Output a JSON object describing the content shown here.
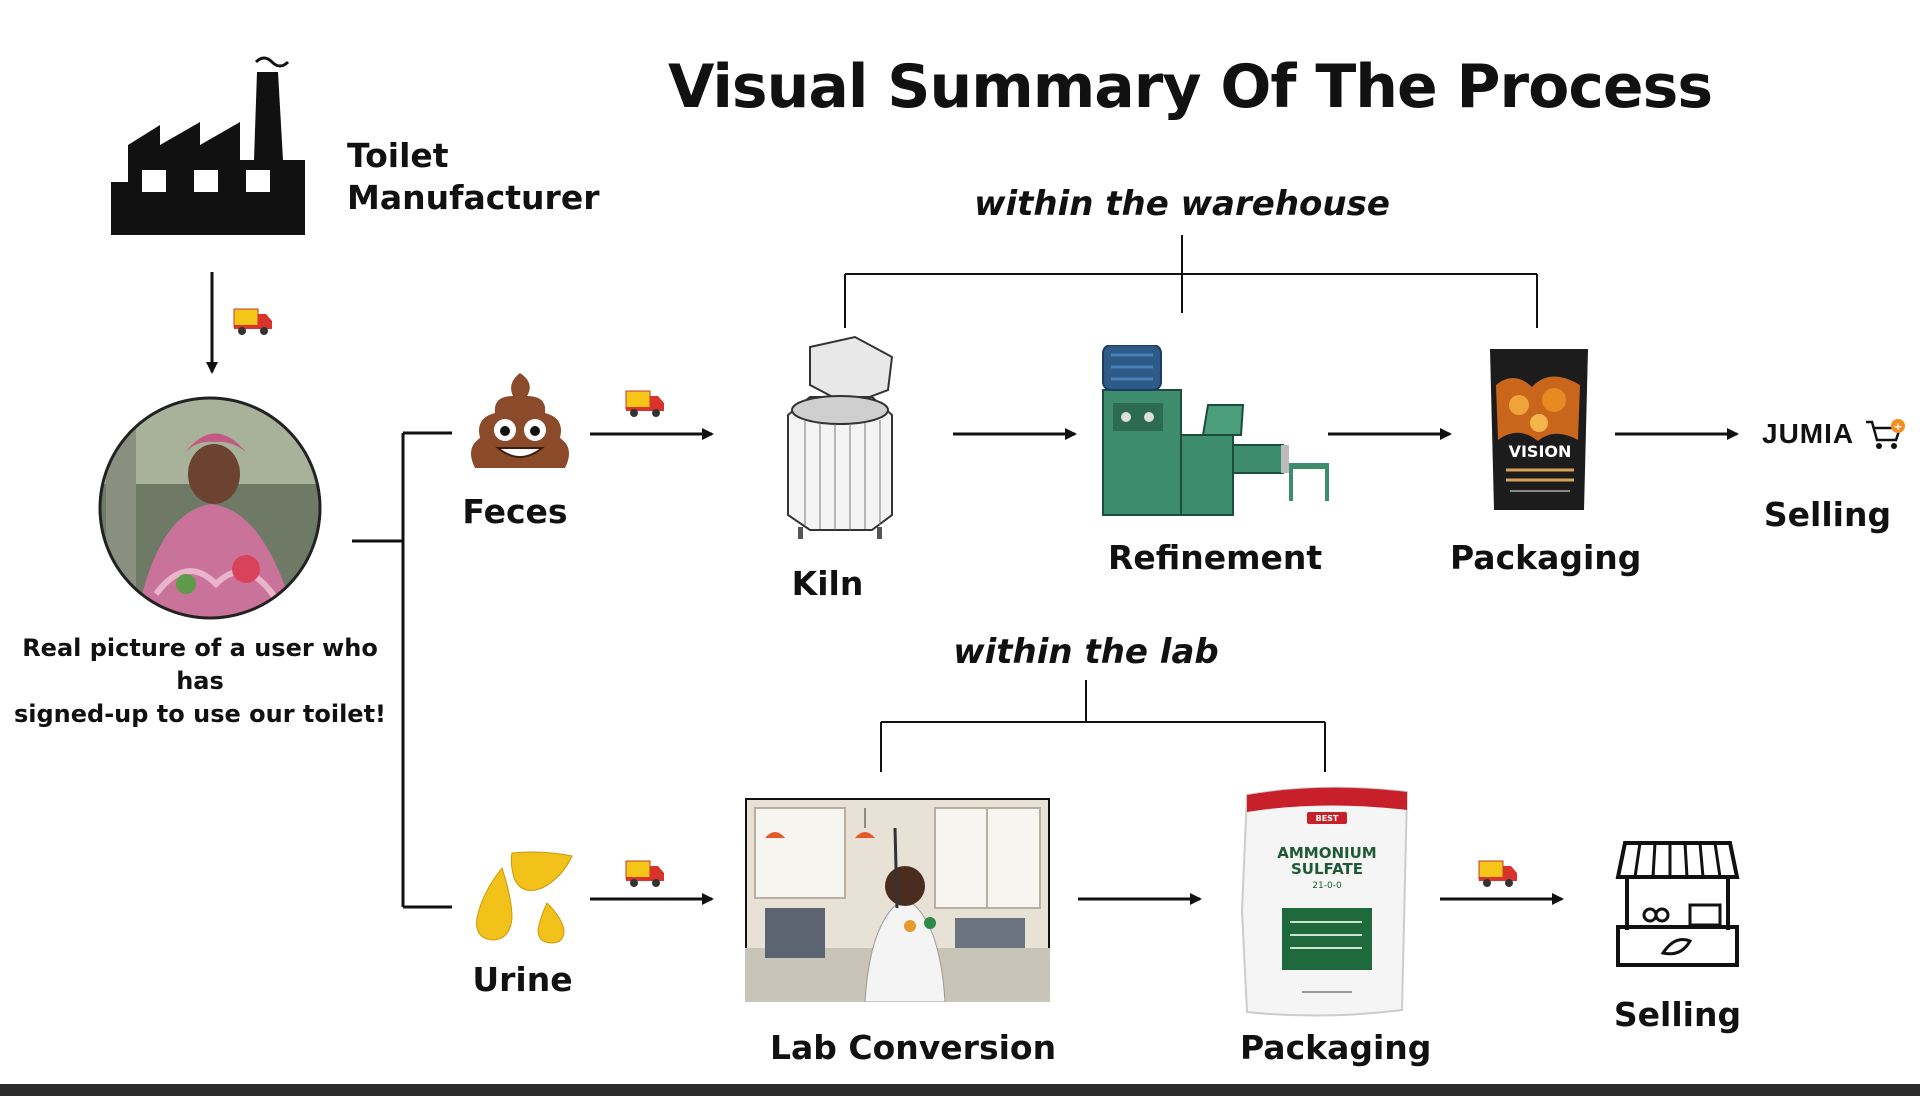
{
  "title": "Visual Summary Of The Process",
  "manufacturer": {
    "label_line1": "Toilet",
    "label_line2": "Manufacturer"
  },
  "user": {
    "caption_line1": "Real picture of a user who has",
    "caption_line2": "signed-up to use our toilet!"
  },
  "groups": {
    "warehouse": "within the warehouse",
    "lab": "within the lab"
  },
  "feces_path": {
    "source": "Feces",
    "steps": [
      "Kiln",
      "Refinement",
      "Packaging",
      "Selling"
    ],
    "packaging_brand": "VISION",
    "store_logo": "JUMIA"
  },
  "urine_path": {
    "source": "Urine",
    "steps": [
      "Lab Conversion",
      "Packaging",
      "Selling"
    ],
    "bag_text_line1": "AMMONIUM",
    "bag_text_line2": "SULFATE",
    "bag_text_line3": "21-0-0",
    "bag_badge": "BEST"
  },
  "icons": [
    "factory-icon",
    "truck-icon",
    "poop-icon",
    "droplets-icon",
    "kiln-icon",
    "machine-icon",
    "charcoal-bag-icon",
    "fertilizer-bag-icon",
    "market-stall-icon",
    "cart-icon"
  ],
  "colors": {
    "accent_red": "#d9342b",
    "machine_green": "#3d8c6d",
    "truck_yellow": "#f5c518",
    "poop_brown": "#8b4a2a",
    "drop_yellow": "#f3c21a"
  }
}
